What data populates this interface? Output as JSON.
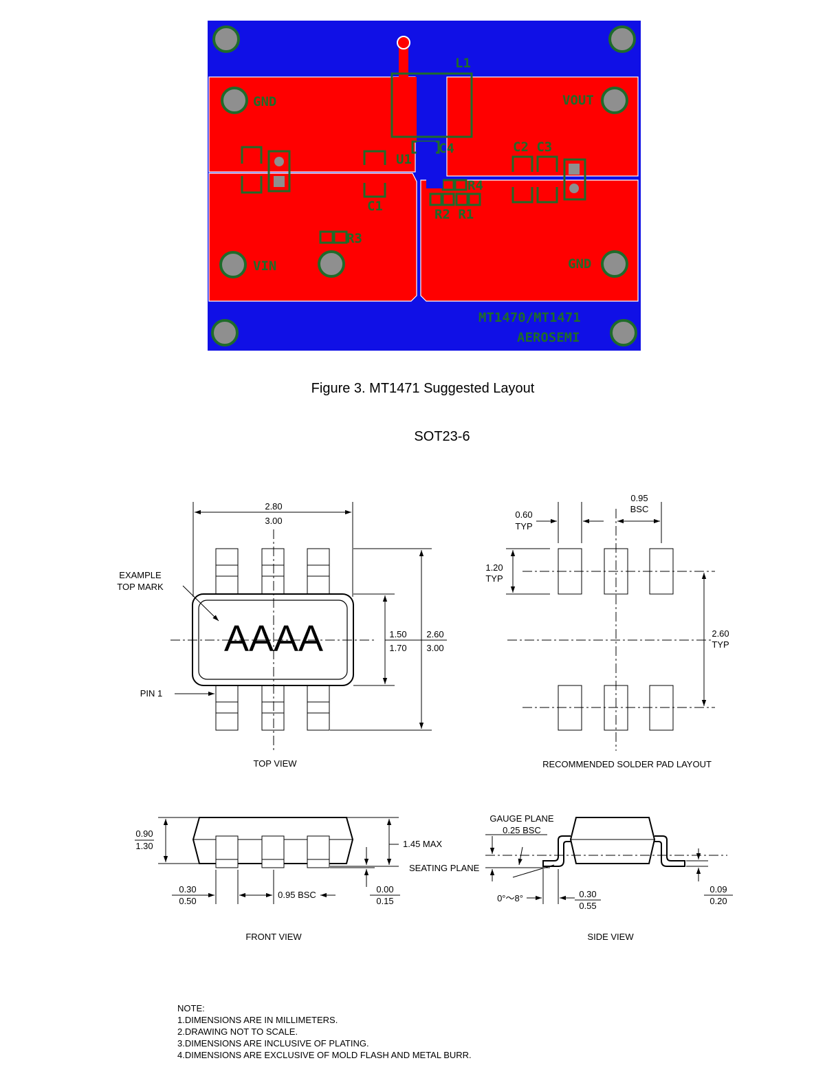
{
  "pcb": {
    "silk": {
      "L1": "L1",
      "GND_left": "GND",
      "VOUT": "VOUT",
      "C4": "C4",
      "C2C3": "C2 C3",
      "U1": "U1",
      "R4": "R4",
      "C1": "C1",
      "R2R1": "R2 R1",
      "R3": "R3",
      "VIN": "VIN",
      "GND_right": "GND",
      "part": "MT1470/MT1471",
      "brand": "AEROSEMI"
    },
    "colors": {
      "board": "#1010e6",
      "copper": "#ff0000",
      "silk": "#1f6b2a",
      "pad": "#8f8f8f"
    }
  },
  "figure_caption": "Figure 3. MT1471 Suggested Layout",
  "package_title": "SOT23-6",
  "top_view": {
    "width_min": "2.80",
    "width_max": "3.00",
    "body_min": "1.50",
    "body_max": "1.70",
    "overall_min": "2.60",
    "overall_max": "3.00",
    "example_label_1": "EXAMPLE",
    "example_label_2": "TOP MARK",
    "mark_text": "AAAA",
    "pin1": "PIN 1",
    "view_label": "TOP VIEW"
  },
  "pad_layout": {
    "pitch": "0.95",
    "pitch_note": "BSC",
    "pad_width": "0.60",
    "pad_width_note": "TYP",
    "pad_length": "1.20",
    "pad_length_note": "TYP",
    "span": "2.60",
    "span_note": "TYP",
    "view_label": "RECOMMENDED SOLDER PAD LAYOUT"
  },
  "front_view": {
    "h_min": "0.90",
    "h_max": "1.30",
    "max_height": "1.45 MAX",
    "seating_plane": "SEATING PLANE",
    "lead_min": "0.30",
    "lead_max": "0.50",
    "pitch": "0.95 BSC",
    "standoff_min": "0.00",
    "standoff_max": "0.15",
    "view_label": "FRONT VIEW"
  },
  "side_view": {
    "gauge_plane": "GAUGE PLANE",
    "gauge_value": "0.25 BSC",
    "angle": "0°～8°",
    "foot_min": "0.30",
    "foot_max": "0.55",
    "thick_min": "0.09",
    "thick_max": "0.20",
    "view_label": "SIDE VIEW"
  },
  "notes": {
    "title": "NOTE:",
    "items": [
      "1.DIMENSIONS ARE IN MILLIMETERS.",
      "2.DRAWING NOT TO SCALE.",
      "3.DIMENSIONS ARE INCLUSIVE OF PLATING.",
      "4.DIMENSIONS ARE EXCLUSIVE OF MOLD FLASH AND METAL BURR."
    ]
  }
}
